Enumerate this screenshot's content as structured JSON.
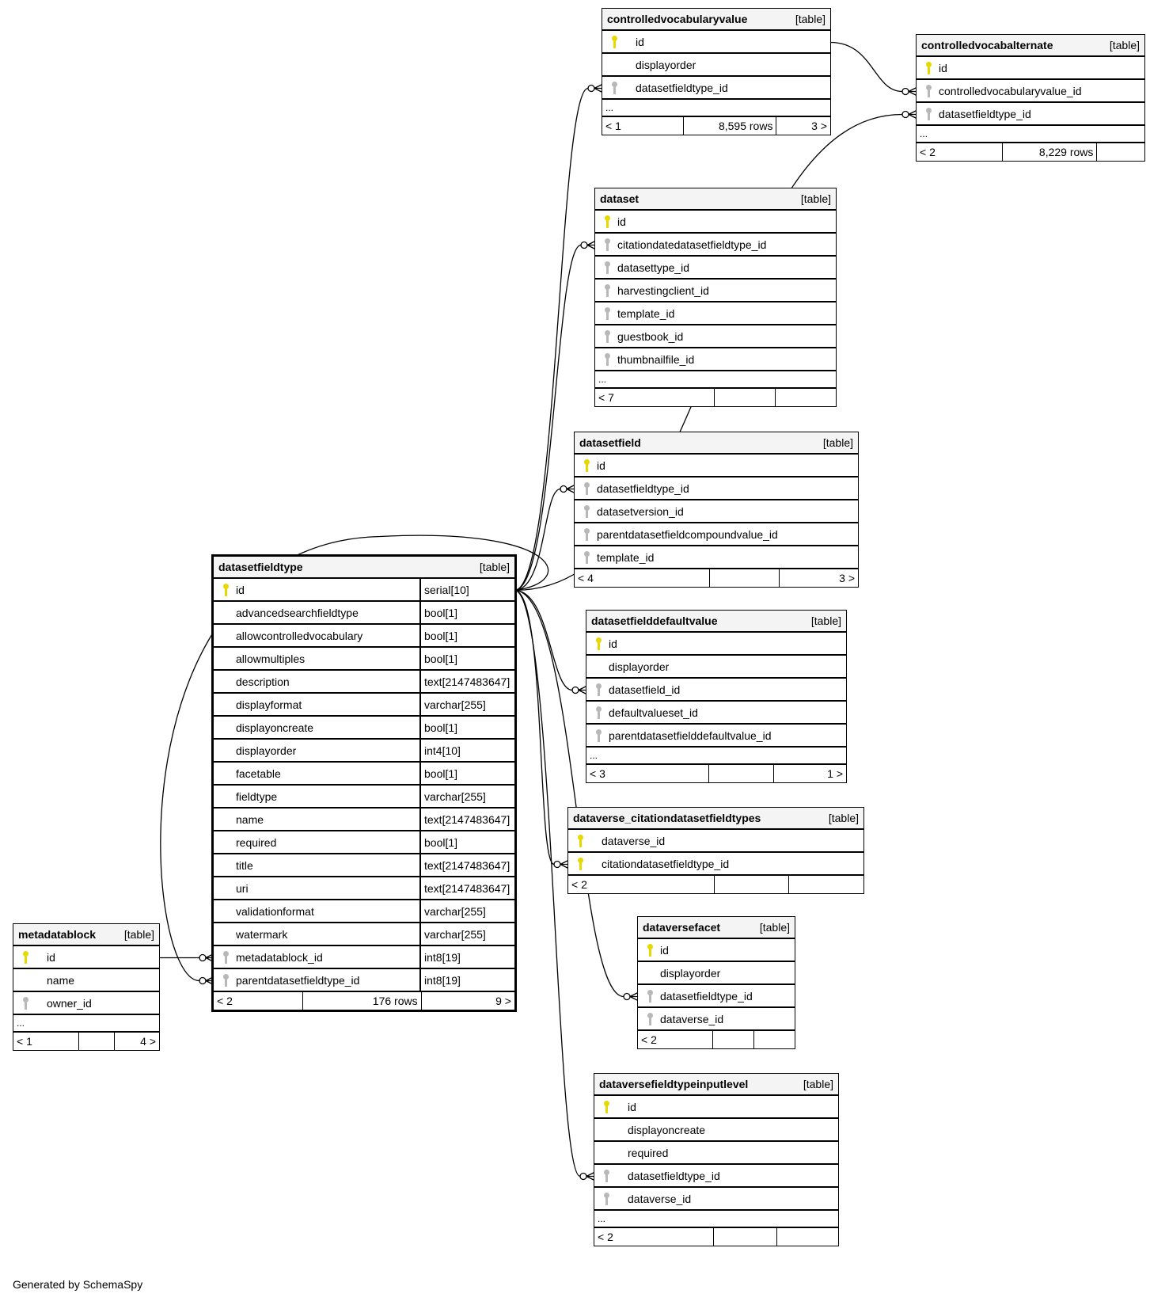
{
  "footer": "Generated by SchemaSpy",
  "kind_label": "[table]",
  "ellipsis": "...",
  "colors": {
    "primary_key": "#e6d800",
    "foreign_key": "#b8b8b8",
    "line": "#000000",
    "header_bg": "#f4f4f4"
  },
  "tables": {
    "controlledvocabularyvalue": {
      "name": "controlledvocabularyvalue",
      "columns": [
        {
          "name": "id",
          "key": "pk"
        },
        {
          "name": "displayorder",
          "key": ""
        },
        {
          "name": "datasetfieldtype_id",
          "key": "fk"
        }
      ],
      "more": true,
      "footer": [
        "< 1",
        "8,595 rows",
        "3 >"
      ]
    },
    "controlledvocabalternate": {
      "name": "controlledvocabalternate",
      "columns": [
        {
          "name": "id",
          "key": "pk"
        },
        {
          "name": "controlledvocabularyvalue_id",
          "key": "fk"
        },
        {
          "name": "datasetfieldtype_id",
          "key": "fk"
        }
      ],
      "more": true,
      "footer": [
        "< 2",
        "8,229 rows",
        ""
      ]
    },
    "dataset": {
      "name": "dataset",
      "columns": [
        {
          "name": "id",
          "key": "pk"
        },
        {
          "name": "citationdatedatasetfieldtype_id",
          "key": "fk"
        },
        {
          "name": "datasettype_id",
          "key": "fk"
        },
        {
          "name": "harvestingclient_id",
          "key": "fk"
        },
        {
          "name": "template_id",
          "key": "fk"
        },
        {
          "name": "guestbook_id",
          "key": "fk"
        },
        {
          "name": "thumbnailfile_id",
          "key": "fk"
        }
      ],
      "more": true,
      "footer": [
        "< 7",
        "",
        ""
      ]
    },
    "datasetfield": {
      "name": "datasetfield",
      "columns": [
        {
          "name": "id",
          "key": "pk"
        },
        {
          "name": "datasetfieldtype_id",
          "key": "fk"
        },
        {
          "name": "datasetversion_id",
          "key": "fk"
        },
        {
          "name": "parentdatasetfieldcompoundvalue_id",
          "key": "fk"
        },
        {
          "name": "template_id",
          "key": "fk"
        }
      ],
      "more": false,
      "footer": [
        "< 4",
        "",
        "3 >"
      ]
    },
    "datasetfielddefaultvalue": {
      "name": "datasetfielddefaultvalue",
      "columns": [
        {
          "name": "id",
          "key": "pk"
        },
        {
          "name": "displayorder",
          "key": ""
        },
        {
          "name": "datasetfield_id",
          "key": "fk"
        },
        {
          "name": "defaultvalueset_id",
          "key": "fk"
        },
        {
          "name": "parentdatasetfielddefaultvalue_id",
          "key": "fk"
        }
      ],
      "more": true,
      "footer": [
        "< 3",
        "",
        "1 >"
      ]
    },
    "dataverse_citationdatasetfieldtypes": {
      "name": "dataverse_citationdatasetfieldtypes",
      "columns": [
        {
          "name": "dataverse_id",
          "key": "pk"
        },
        {
          "name": "citationdatasetfieldtype_id",
          "key": "pk"
        }
      ],
      "more": false,
      "footer": [
        "< 2",
        "",
        ""
      ]
    },
    "dataversefacet": {
      "name": "dataversefacet",
      "columns": [
        {
          "name": "id",
          "key": "pk"
        },
        {
          "name": "displayorder",
          "key": ""
        },
        {
          "name": "datasetfieldtype_id",
          "key": "fk"
        },
        {
          "name": "dataverse_id",
          "key": "fk"
        }
      ],
      "more": false,
      "footer": [
        "< 2",
        "",
        ""
      ]
    },
    "dataversefieldtypeinputlevel": {
      "name": "dataversefieldtypeinputlevel",
      "columns": [
        {
          "name": "id",
          "key": "pk"
        },
        {
          "name": "displayoncreate",
          "key": ""
        },
        {
          "name": "required",
          "key": ""
        },
        {
          "name": "datasetfieldtype_id",
          "key": "fk"
        },
        {
          "name": "dataverse_id",
          "key": "fk"
        }
      ],
      "more": true,
      "footer": [
        "< 2",
        "",
        ""
      ]
    },
    "metadatablock": {
      "name": "metadatablock",
      "columns": [
        {
          "name": "id",
          "key": "pk"
        },
        {
          "name": "name",
          "key": ""
        },
        {
          "name": "owner_id",
          "key": "fk"
        }
      ],
      "more": true,
      "footer": [
        "< 1",
        "",
        "4 >"
      ]
    },
    "datasetfieldtype": {
      "name": "datasetfieldtype",
      "columns": [
        {
          "name": "id",
          "type": "serial[10]",
          "key": "pk"
        },
        {
          "name": "advancedsearchfieldtype",
          "type": "bool[1]",
          "key": ""
        },
        {
          "name": "allowcontrolledvocabulary",
          "type": "bool[1]",
          "key": ""
        },
        {
          "name": "allowmultiples",
          "type": "bool[1]",
          "key": ""
        },
        {
          "name": "description",
          "type": "text[2147483647]",
          "key": ""
        },
        {
          "name": "displayformat",
          "type": "varchar[255]",
          "key": ""
        },
        {
          "name": "displayoncreate",
          "type": "bool[1]",
          "key": ""
        },
        {
          "name": "displayorder",
          "type": "int4[10]",
          "key": ""
        },
        {
          "name": "facetable",
          "type": "bool[1]",
          "key": ""
        },
        {
          "name": "fieldtype",
          "type": "varchar[255]",
          "key": ""
        },
        {
          "name": "name",
          "type": "text[2147483647]",
          "key": ""
        },
        {
          "name": "required",
          "type": "bool[1]",
          "key": ""
        },
        {
          "name": "title",
          "type": "text[2147483647]",
          "key": ""
        },
        {
          "name": "uri",
          "type": "text[2147483647]",
          "key": ""
        },
        {
          "name": "validationformat",
          "type": "varchar[255]",
          "key": ""
        },
        {
          "name": "watermark",
          "type": "varchar[255]",
          "key": ""
        },
        {
          "name": "metadatablock_id",
          "type": "int8[19]",
          "key": "fk"
        },
        {
          "name": "parentdatasetfieldtype_id",
          "type": "int8[19]",
          "key": "fk"
        }
      ],
      "more": false,
      "footer": [
        "< 2",
        "176 rows",
        "9 >"
      ]
    }
  },
  "relationships": [
    {
      "from": "datasetfieldtype.id",
      "to": "controlledvocabularyvalue.datasetfieldtype_id"
    },
    {
      "from": "controlledvocabularyvalue.id",
      "to": "controlledvocabalternate.controlledvocabularyvalue_id"
    },
    {
      "from": "datasetfieldtype.id",
      "to": "controlledvocabalternate.datasetfieldtype_id"
    },
    {
      "from": "datasetfieldtype.id",
      "to": "dataset.citationdatedatasetfieldtype_id"
    },
    {
      "from": "datasetfieldtype.id",
      "to": "datasetfield.datasetfieldtype_id"
    },
    {
      "from": "datasetfieldtype.id",
      "to": "datasetfielddefaultvalue.datasetfield_id"
    },
    {
      "from": "datasetfieldtype.id",
      "to": "dataverse_citationdatasetfieldtypes.citationdatasetfieldtype_id"
    },
    {
      "from": "datasetfieldtype.id",
      "to": "dataversefacet.datasetfieldtype_id"
    },
    {
      "from": "datasetfieldtype.id",
      "to": "dataversefieldtypeinputlevel.datasetfieldtype_id"
    },
    {
      "from": "metadatablock.id",
      "to": "datasetfieldtype.metadatablock_id"
    },
    {
      "from": "datasetfieldtype.id",
      "to": "datasetfieldtype.parentdatasetfieldtype_id"
    }
  ]
}
